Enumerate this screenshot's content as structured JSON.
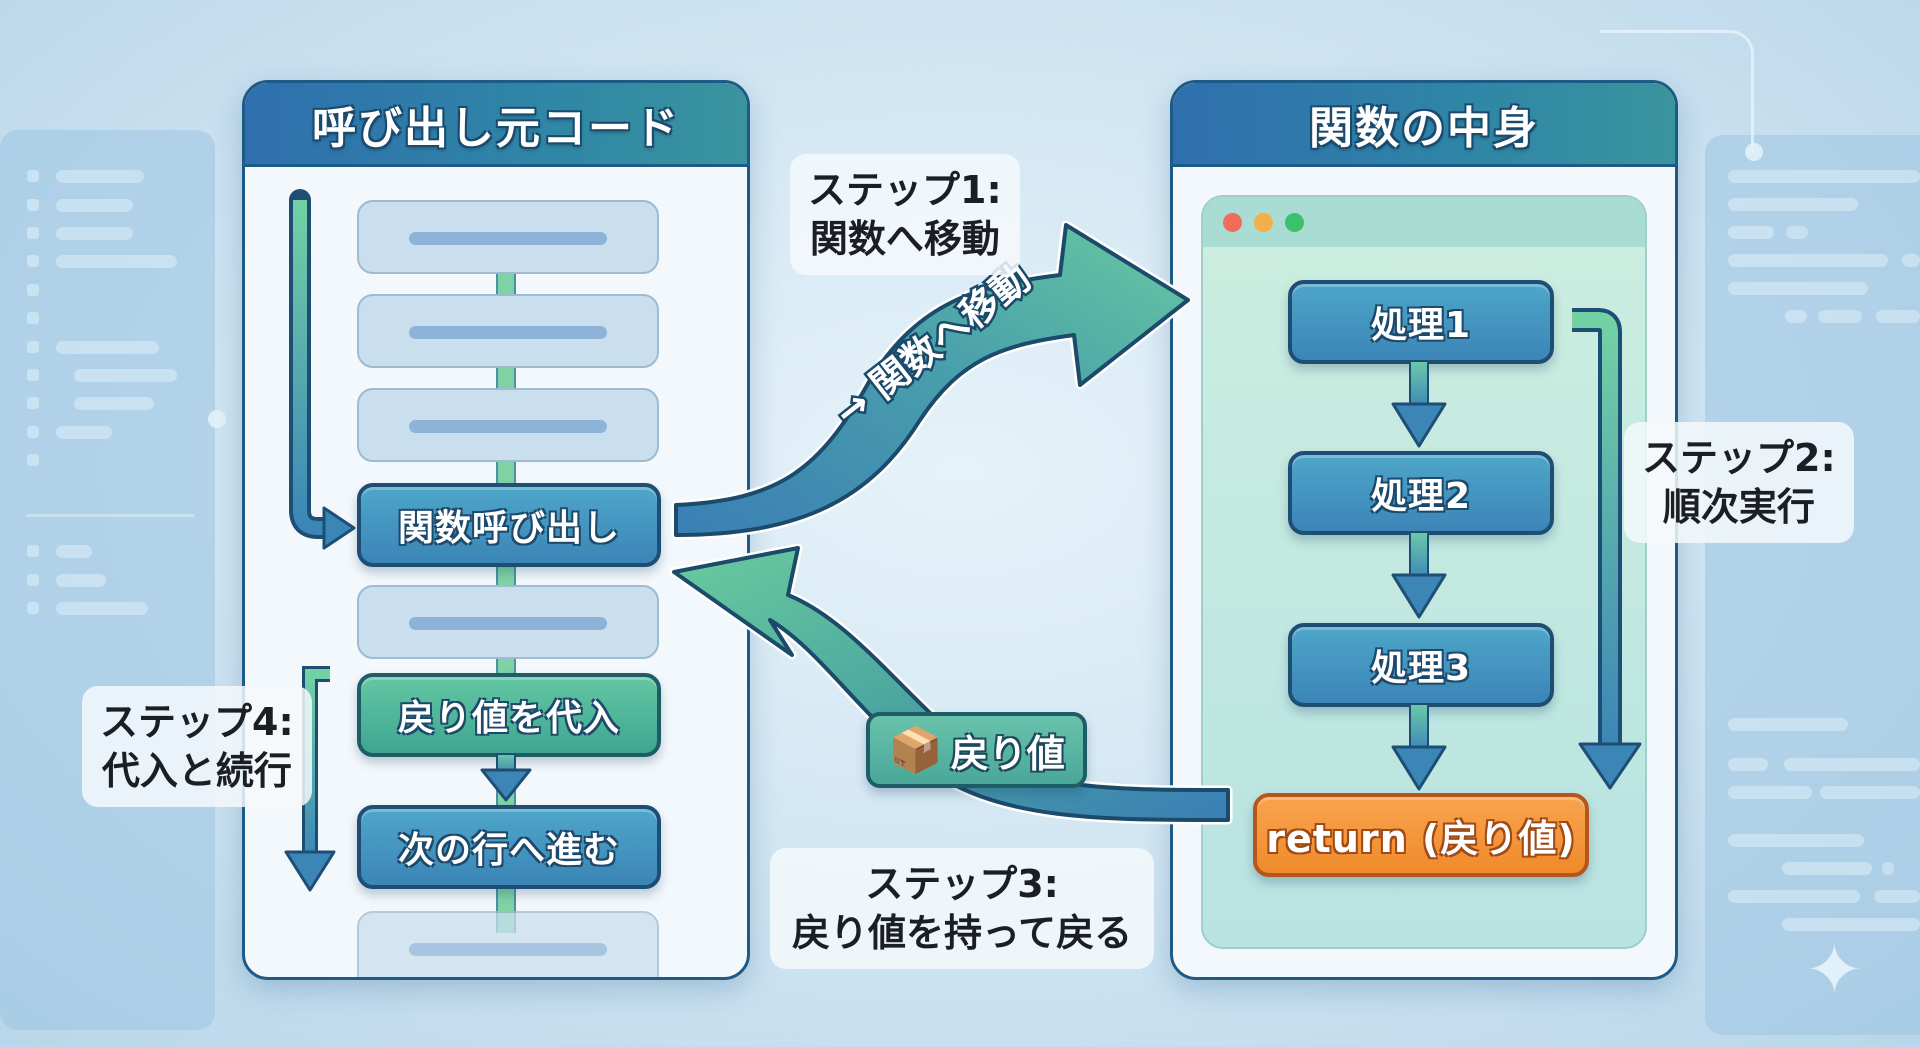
{
  "caller_panel": {
    "title": "呼び出し元コード",
    "call_button": "関数呼び出し",
    "assign_button": "戻り値を代入",
    "next_button": "次の行へ進む"
  },
  "function_panel": {
    "title": "関数の中身",
    "steps": [
      "処理1",
      "処理2",
      "処理3"
    ],
    "return_button": "return (戻り値)"
  },
  "arrows": {
    "call_arrow_label": "→ 関数へ移動",
    "return_chip_label": "戻り値",
    "return_chip_icon": "package-icon"
  },
  "step_labels": {
    "step1": {
      "title": "ステップ1:",
      "desc": "関数へ移動"
    },
    "step2": {
      "title": "ステップ2:",
      "desc": "順次実行"
    },
    "step3": {
      "title": "ステップ3:",
      "desc": "戻り値を持って戻る"
    },
    "step4": {
      "title": "ステップ4:",
      "desc": "代入と続行"
    }
  },
  "colors": {
    "header_blue": "#2f6fae",
    "action_blue": "#3b85b7",
    "action_green": "#3fa591",
    "return_orange": "#ef8a2c",
    "outline_navy": "#1d5a85"
  }
}
